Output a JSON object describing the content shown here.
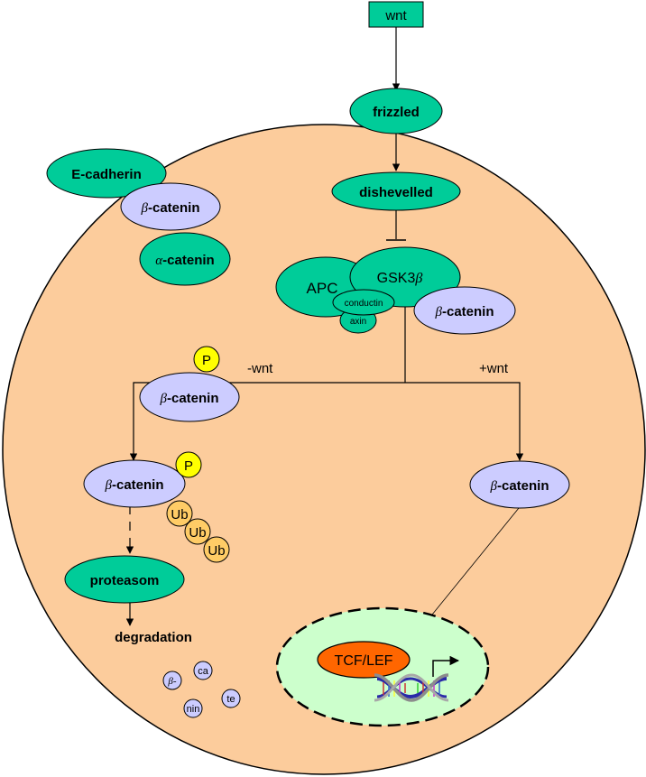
{
  "diagram": {
    "title": "Wnt / beta-catenin signaling pathway",
    "colors": {
      "cytoplasm": "#FCCC9C",
      "protein_green": "#00CC99",
      "beta_catenin": "#CCCCFF",
      "phosphate": "#FFFF00",
      "ubiquitin": "#FFCC66",
      "nucleus": "#CCFFCC",
      "tcf_lef": "#FF6600",
      "outline": "#000000"
    },
    "nodes": {
      "wnt": "wnt",
      "frizzled": "frizzled",
      "dishevelled": "dishevelled",
      "e_cadherin": "E-cadherin",
      "membrane_beta_catenin": {
        "greek": "β",
        "text": "-catenin"
      },
      "alpha_catenin": {
        "greek": "α",
        "text": "-catenin"
      },
      "apc": "APC",
      "gsk3b": {
        "text": "GSK3",
        "greek": "β"
      },
      "conductin": "conductin",
      "axin": "axin",
      "complex_beta_catenin": {
        "greek": "β",
        "text": "-catenin"
      },
      "phospho_beta_catenin": {
        "greek": "β",
        "text": "-catenin"
      },
      "ub_beta_catenin": {
        "greek": "β",
        "text": "-catenin"
      },
      "stable_beta_catenin": {
        "greek": "β",
        "text": "-catenin"
      },
      "phosphate_1": "P",
      "phosphate_2": "P",
      "ubiquitin": [
        "Ub",
        "Ub",
        "Ub"
      ],
      "proteasome": "proteasom",
      "degradation": "degradation",
      "fragments": [
        "β-",
        "ca",
        "te",
        "nin"
      ],
      "tcf_lef": "TCF/LEF"
    },
    "branch_labels": {
      "minus_wnt": "-wnt",
      "plus_wnt": "+wnt"
    },
    "edges": [
      {
        "from": "wnt",
        "to": "frizzled",
        "type": "activation"
      },
      {
        "from": "frizzled",
        "to": "dishevelled",
        "type": "activation"
      },
      {
        "from": "dishevelled",
        "to": "GSK3β complex",
        "type": "inhibition"
      },
      {
        "from": "GSK3β complex",
        "to": "phospho β-catenin",
        "type": "activation",
        "condition": "-wnt"
      },
      {
        "from": "GSK3β complex",
        "to": "stable β-catenin",
        "type": "activation",
        "condition": "+wnt"
      },
      {
        "from": "ubiquitinated β-catenin",
        "to": "proteasom",
        "type": "dashed"
      },
      {
        "from": "proteasom",
        "to": "degradation",
        "type": "activation"
      },
      {
        "from": "stable β-catenin",
        "to": "TCF/LEF",
        "type": "activation"
      }
    ]
  }
}
